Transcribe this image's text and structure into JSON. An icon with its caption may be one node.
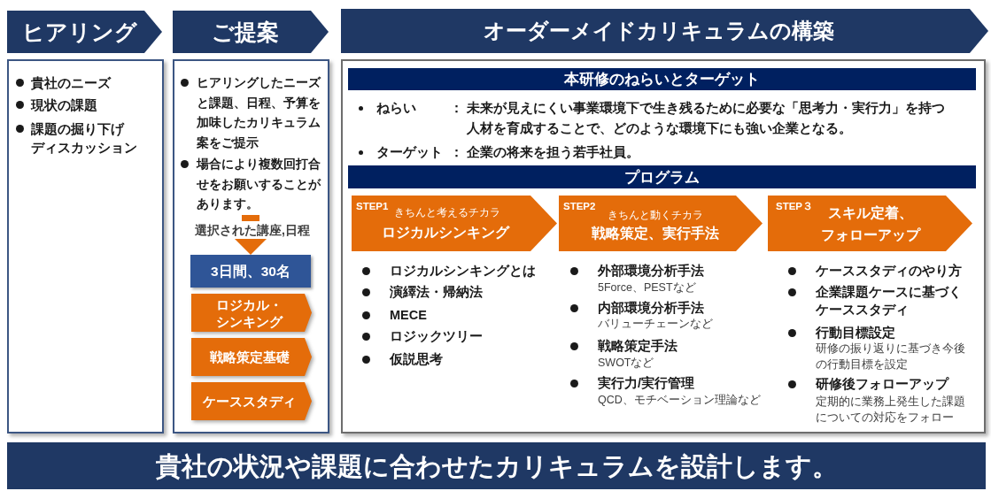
{
  "diagram": {
    "nodes": [
      {
        "text": [
          "ヒアリング"
        ]
      },
      {
        "text": [
          "ご提案"
        ]
      },
      {
        "text": [
          "オーダーメイドカリキュラムの構築"
        ]
      },
      {
        "text": [
          "貴社のニーズ",
          "現状の課題",
          "課題の掘り下げディスカッション"
        ]
      },
      {
        "text": [
          "ヒアリングしたニーズと課題、日程、予算を加味したカリキュラム案をご提示",
          "場合により複数回打合せをお願いすることがあります。"
        ]
      },
      {
        "text": [
          "3日間、30名"
        ],
        "in": 4
      },
      {
        "text": [
          "ロジカル・シンキング"
        ],
        "in": 4
      },
      {
        "text": [
          "戦略策定基礎"
        ],
        "in": 4
      },
      {
        "text": [
          "ケーススタディ"
        ],
        "in": 4
      },
      {
        "text": [],
        "shape": "box"
      },
      {
        "text": [
          "本研修のねらいとターゲット"
        ],
        "in": 9
      },
      {
        "text": [
          "プログラム"
        ],
        "in": 9
      },
      {
        "text": [
          "STEP1",
          "きちんと考えるチカラ",
          "ロジカルシンキング"
        ],
        "in": 9
      },
      {
        "text": [
          "STEP2",
          "きちんと動くチカラ",
          "戦略策定、実行手法"
        ],
        "in": 9
      },
      {
        "text": [
          "STEP３",
          "スキル定着、フォローアップ"
        ],
        "in": 9
      },
      {
        "text": [
          "貴社の状況や課題に合わせたカリキュラムを設計します。"
        ]
      }
    ],
    "edges": [
      {
        "from": null,
        "to": 5,
        "arrow": "to",
        "label": "選択された講座,日程"
      }
    ],
    "labels": [
      "ねらい",
      "：",
      "未来が見えにくい事業環境下で生き残るために必要な「思考力・実行力」を持つ人材を育成することで、どのような環境下にも強い企業となる。",
      "ターゲット",
      "：",
      "企業の将来を担う若手社員。",
      "ロジカルシンキングとは",
      "演繹法・帰納法",
      "MECE",
      "ロジックツリー",
      "仮説思考",
      "外部環境分析手法",
      "5Force、PESTなど",
      "内部環境分析手法",
      "バリューチェーンなど",
      "戦略策定手法",
      "SWOTなど",
      "実行力/実行管理",
      "QCD、モチベーション理論など",
      "ケーススタディのやり方",
      "企業課題ケースに基づくケーススタディ",
      "行動目標設定",
      "研修の振り返りに基づき今後の行動目標を設定",
      "研修後フォローアップ",
      "定期的に業務上発生した課題についての対応をフォロー"
    ]
  }
}
